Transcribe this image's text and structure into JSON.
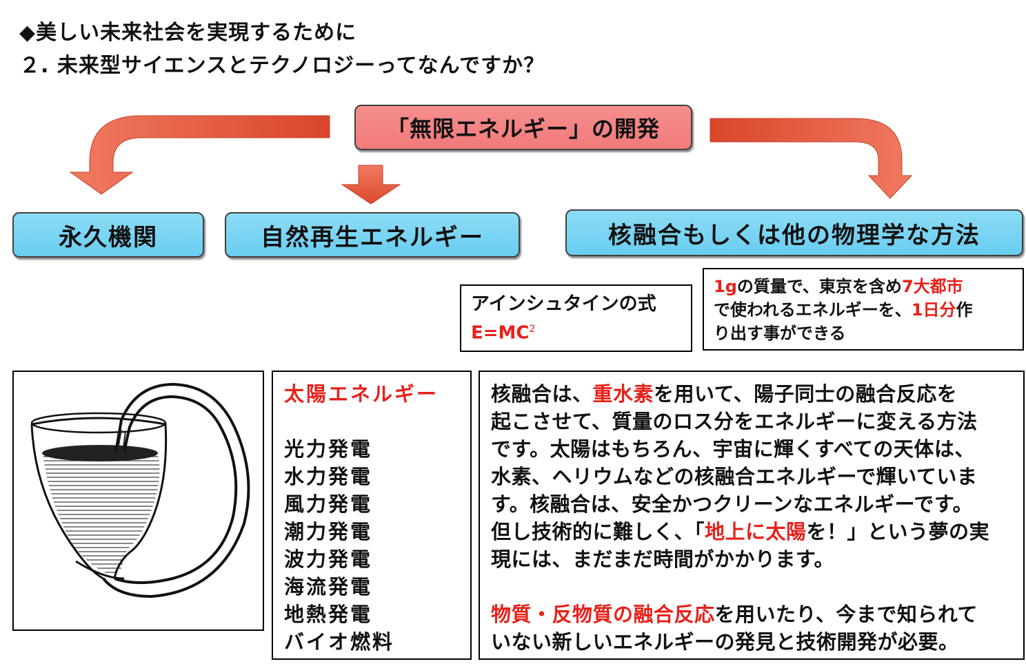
{
  "heading": {
    "line1": "◆美しい未来社会を実現するために",
    "line2": "２. 未来型サイエンスとテクノロジーってなんですか？"
  },
  "top_box": {
    "label": "「無限エネルギー」の開発"
  },
  "categories": [
    {
      "label": "永久機関"
    },
    {
      "label": "自然再生エネルギー"
    },
    {
      "label": "核融合もしくは他の物理学な方法"
    }
  ],
  "einstein": {
    "label": "アインシュタインの式",
    "formula": "E=MC",
    "exponent": "2"
  },
  "mass_note": {
    "p1": "1g",
    "p2": "の質量で、東京を含め",
    "p3": "7大都市",
    "p4": "で使われるエネルギーを、",
    "p5": "1日分",
    "p6": "作",
    "p7": "り出す事ができる"
  },
  "renewables": {
    "heading": "太陽エネルギー",
    "items": [
      "光力発電",
      "水力発電",
      "風力発電",
      "潮力発電",
      "波力発電",
      "海流発電",
      "地熱発電",
      "バイオ燃料"
    ]
  },
  "fusion_text": {
    "l1a": "核融合は、",
    "l1b": "重水素",
    "l1c": "を用いて、陽子同士の融合反応を",
    "l2": "起こさせて、質量のロス分をエネルギーに変える方法",
    "l3": "です。太陽はもちろん、宇宙に輝くすべての天体は、",
    "l4": "水素、ヘリウムなどの核融合エネルギーで輝いていま",
    "l5": "す。核融合は、安全かつクリーンなエネルギーです。",
    "l6a": "但し技術的に難しく、「",
    "l6b": "地上に太陽",
    "l6c": "を！」という夢の実",
    "l7": "現には、まだまだ時間がかかります。",
    "l8a": "物質・反物質の融合反応",
    "l8b": "を用いたり、今まで知られて",
    "l9": "いない新しいエネルギーの発見と技術開発が必要。"
  },
  "colors": {
    "accent_red": "#e8201a",
    "pill_red": "#f27a7a",
    "pill_blue": "#69cdf0",
    "arrow": "#e4503a"
  }
}
